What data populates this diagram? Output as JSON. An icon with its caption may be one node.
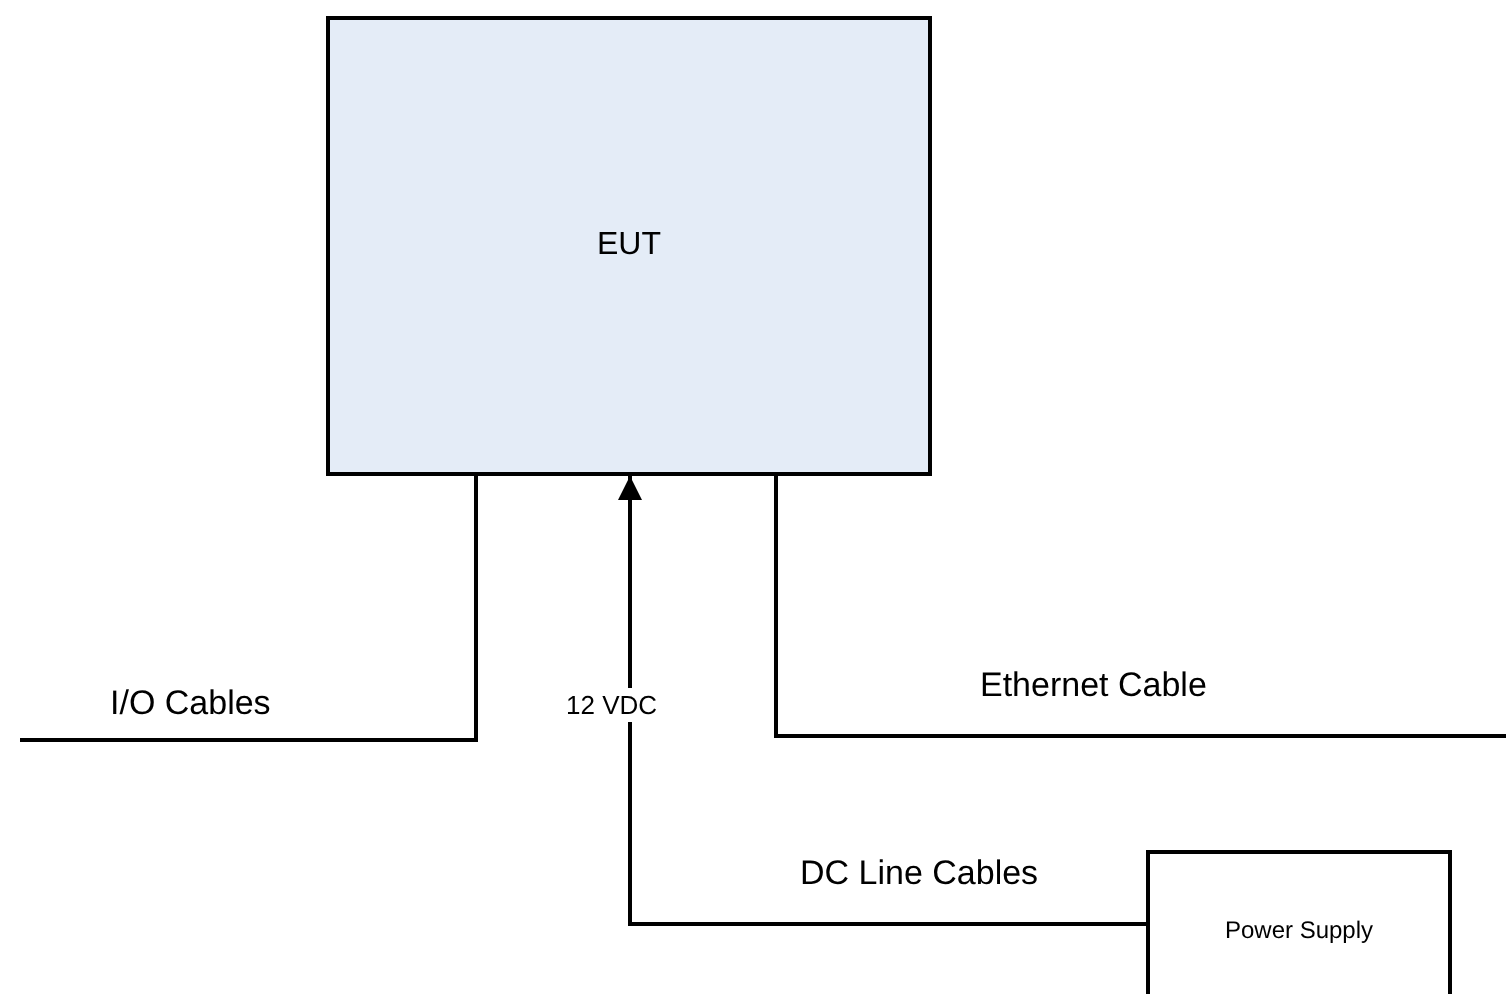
{
  "diagram": {
    "nodes": [
      {
        "text": [
          "EUT"
        ]
      },
      {
        "text": [
          "Power Supply"
        ]
      }
    ],
    "edges": [
      {
        "from": 0,
        "to": null,
        "arrow": "none",
        "label": "I/O Cables"
      },
      {
        "from": 0,
        "to": null,
        "arrow": "none",
        "label": "Ethernet Cable"
      },
      {
        "from": 1,
        "to": 0,
        "arrow": "to",
        "label": "DC Line Cables"
      }
    ],
    "labels": [
      "12 VDC"
    ]
  }
}
